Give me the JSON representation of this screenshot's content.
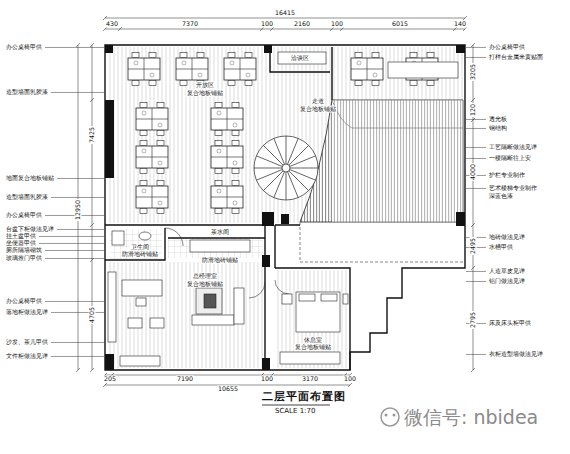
{
  "diagram": {
    "title": "二层平面布置图",
    "caption": "SCALE 1:70",
    "labels": [
      "16415",
      "430",
      "7370",
      "100",
      "2160",
      "100",
      "6015",
      "140",
      "办公桌椅甲供",
      "造型墙面乳胶漆",
      "地面复合地板铺贴",
      "造型墙面乳胶漆",
      "办公桌椅甲供",
      "台盆下柜做法见详",
      "挂土盆甲供",
      "坐便器甲供",
      "厕所隔墙砌筑",
      "玻璃推门甲供",
      "办公桌椅甲供",
      "落地柜做法见详",
      "沙发、茶几甲供",
      "文件柜做法见详",
      "办公桌椅甲供",
      "打样台金属米黄贴面",
      "透光板",
      "钢结构",
      "工艺隔断做法见详",
      "一楼隔断往上安",
      "护栏专业制作",
      "艺术楼梯专业制作",
      "深蓝色漆",
      "地砖做法见详",
      "水槽甲供",
      "人造草皮见详",
      "铝门做法见详",
      "床及床头柜甲供",
      "衣柜造型墙做法见详",
      "7425",
      "4705",
      "12950",
      "3205",
      "120",
      "4000",
      "2495",
      "2795",
      "205",
      "7190",
      "100",
      "3170",
      "100",
      "10655",
      "开放区",
      "复合地板铺贴",
      "洽谈区",
      "走道",
      "复合地板铺贴",
      "卫生间",
      "防滑地砖铺贴",
      "茶水间",
      "防滑地砖铺贴",
      "总经理室",
      "复合地板铺贴",
      "休息室",
      "复合地板铺贴",
      "微信号: nbidea"
    ]
  }
}
